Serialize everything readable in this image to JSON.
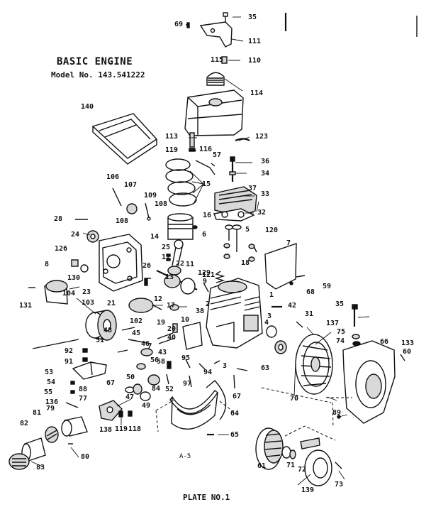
{
  "title": "BASIC ENGINE",
  "model": "Model No. 143.541222",
  "plate": "PLATE NO.1",
  "page_id": "A-5",
  "parts": [
    "69",
    "35",
    "111",
    "110",
    "115",
    "114",
    "140",
    "123",
    "113",
    "119",
    "116",
    "57",
    "36",
    "34",
    "37",
    "33",
    "32",
    "106",
    "107",
    "109",
    "108",
    "15",
    "28",
    "108",
    "14",
    "16",
    "6",
    "5",
    "120",
    "24",
    "126",
    "25",
    "17",
    "18",
    "7",
    "121",
    "8",
    "130",
    "23",
    "26",
    "22",
    "13",
    "12",
    "11",
    "129",
    "9",
    "68",
    "59",
    "131",
    "104",
    "103",
    "21",
    "17",
    "10",
    "2",
    "1",
    "42",
    "35",
    "38",
    "3",
    "102",
    "20",
    "40",
    "31",
    "4",
    "137",
    "75",
    "74",
    "56",
    "19",
    "48",
    "45",
    "46",
    "66",
    "133",
    "60",
    "92",
    "91",
    "51",
    "43",
    "95",
    "94",
    "3",
    "63",
    "53",
    "54",
    "55",
    "88",
    "77",
    "136",
    "79",
    "81",
    "82",
    "83",
    "67",
    "58",
    "50",
    "52",
    "97",
    "67",
    "47",
    "49",
    "84",
    "70",
    "89",
    "138",
    "119",
    "118",
    "80",
    "64",
    "65",
    "61",
    "71",
    "72",
    "73",
    "139"
  ]
}
